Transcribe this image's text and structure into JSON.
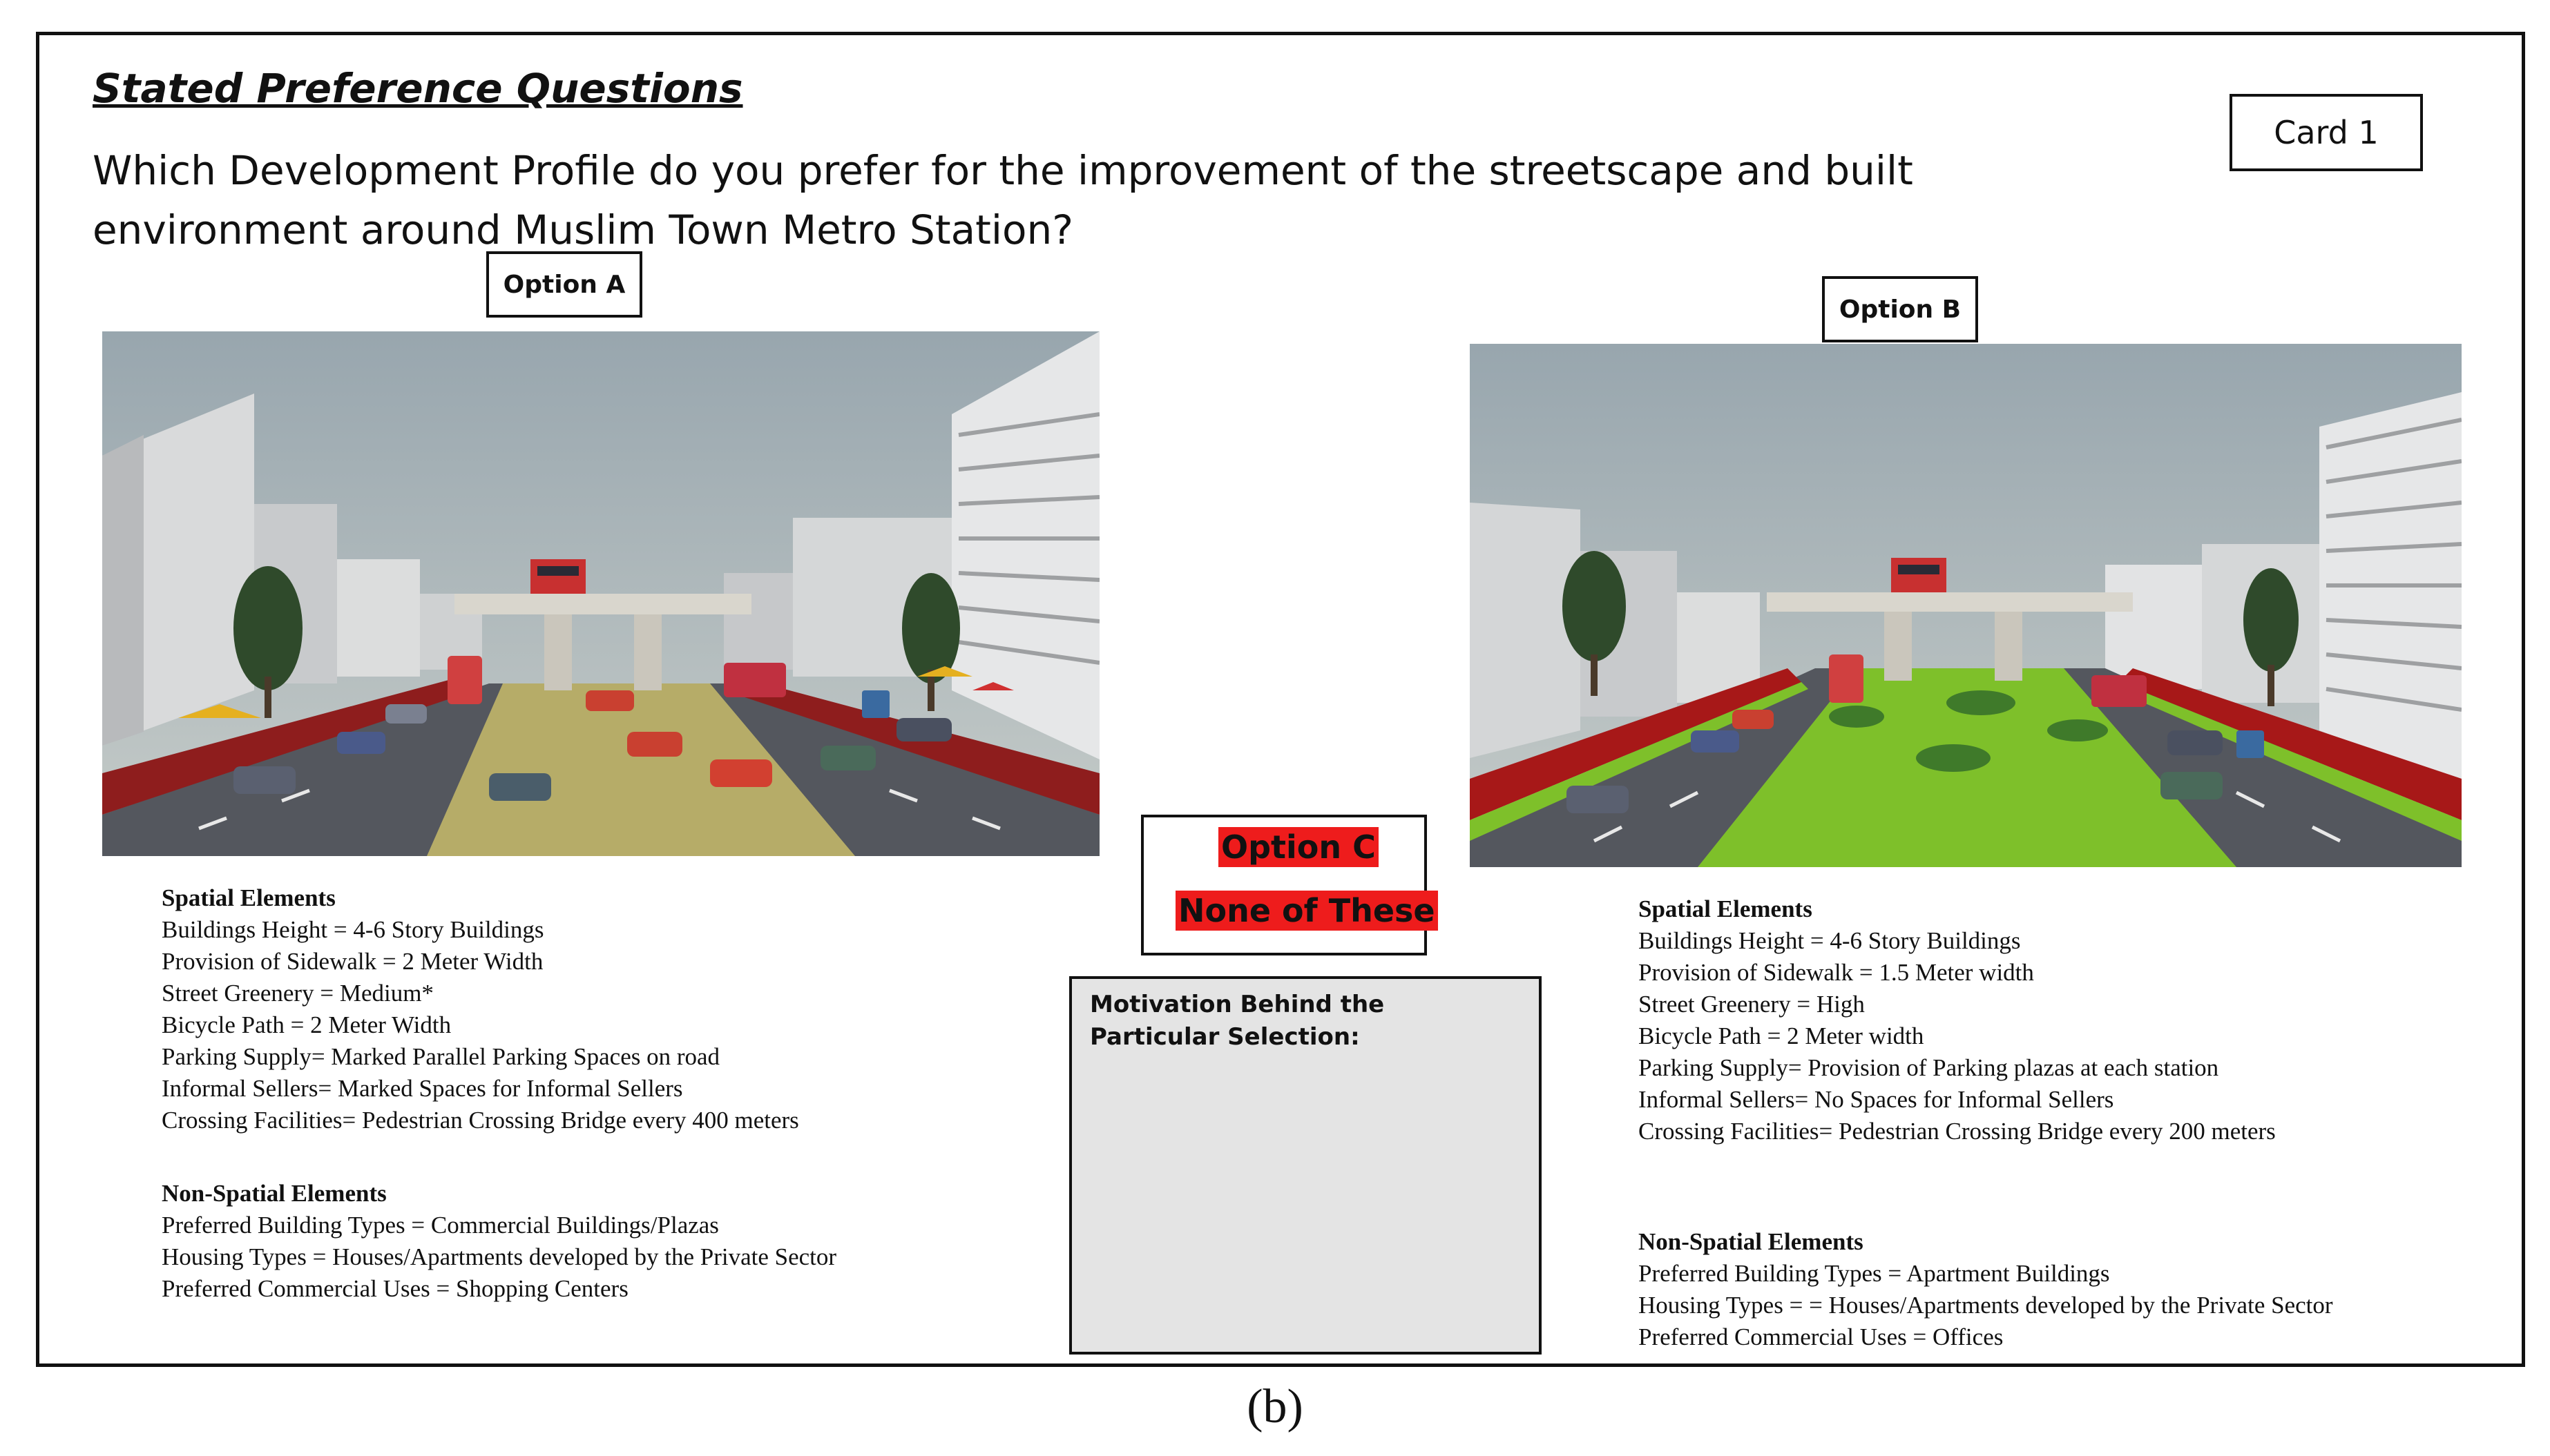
{
  "heading": "Stated Preference Questions",
  "question": "Which Development Profile do you prefer for the improvement of the streetscape and built environment around Muslim Town Metro Station?",
  "card_label": "Card 1",
  "option_a": {
    "label": "Option A",
    "spatial_heading": "Spatial Elements",
    "spatial": [
      "Buildings Height = 4-6 Story Buildings",
      "Provision of Sidewalk = 2 Meter Width",
      "Street Greenery = Medium*",
      "Bicycle Path = 2 Meter Width",
      "Parking Supply= Marked Parallel Parking Spaces on road",
      "Informal Sellers= Marked Spaces for Informal Sellers",
      "Crossing Facilities= Pedestrian Crossing Bridge every 400 meters"
    ],
    "nonspatial_heading": "Non-Spatial Elements",
    "nonspatial": [
      "Preferred Building Types = Commercial Buildings/Plazas",
      "Housing Types = Houses/Apartments developed by the Private Sector",
      "Preferred Commercial Uses = Shopping Centers"
    ]
  },
  "option_b": {
    "label": "Option B",
    "spatial_heading": "Spatial Elements",
    "spatial": [
      "Buildings Height = 4-6 Story Buildings",
      "Provision of Sidewalk = 1.5 Meter width",
      "Street Greenery = High",
      "Bicycle Path = 2 Meter width",
      "Parking Supply= Provision of Parking plazas at each station",
      "Informal Sellers= No Spaces for Informal Sellers",
      "Crossing Facilities= Pedestrian Crossing Bridge every 200 meters"
    ],
    "nonspatial_heading": "Non-Spatial Elements",
    "nonspatial": [
      "Preferred Building Types = Apartment Buildings",
      "Housing Types = = Houses/Apartments developed by the Private Sector",
      "Preferred Commercial Uses = Offices"
    ]
  },
  "option_c": {
    "label": "Option C",
    "sublabel": "None of These",
    "highlight_color": "#ee1c1c"
  },
  "motivation_label": "Motivation Behind the Particular Selection:",
  "caption": "(b)",
  "colors": {
    "median_a": "#b6ac68",
    "median_b": "#7ec02a",
    "road": "#54575e",
    "sky": "#a7b3b9"
  }
}
